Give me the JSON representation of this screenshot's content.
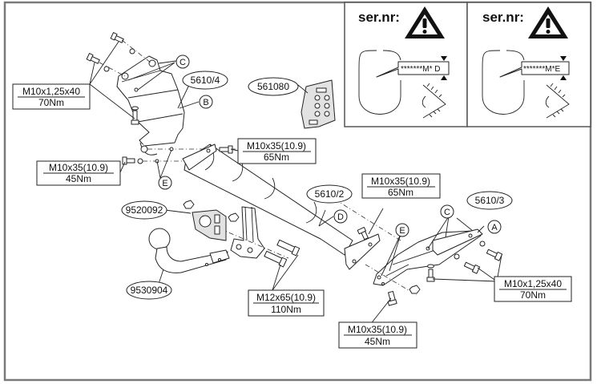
{
  "diagram": {
    "title": "Tow bar assembly exploded view",
    "colors": {
      "frame": "#7a7a7a",
      "ink": "#222222",
      "background": "#ffffff",
      "plate_fill": "#e2e2e2"
    },
    "inset_panels": [
      {
        "heading": "ser.nr:",
        "icon": "warning-triangle-icon",
        "serial_text": "*******M* D"
      },
      {
        "heading": "ser.nr:",
        "icon": "warning-triangle-icon",
        "serial_text": "*******M*E"
      }
    ],
    "part_numbers": {
      "bracket_left": "5610/4",
      "crossbar": "5610/2",
      "bracket_right": "5610/3",
      "bolt_kit": "561080",
      "socket_plate": "9520092",
      "tow_ball": "9530904"
    },
    "bolt_specs": {
      "top_left": {
        "size": "M10x1,25x40",
        "torque": "70Nm"
      },
      "mid_left": {
        "size": "M10x35(10.9)",
        "torque": "45Nm"
      },
      "mid_center": {
        "size": "M10x35(10.9)",
        "torque": "65Nm"
      },
      "right_upper": {
        "size": "M10x35(10.9)",
        "torque": "65Nm"
      },
      "bottom_center": {
        "size": "M12x65(10.9)",
        "torque": "110Nm"
      },
      "bottom_right": {
        "size": "M10x1,25x40",
        "torque": "70Nm"
      },
      "bottom": {
        "size": "M10x35(10.9)",
        "torque": "45Nm"
      }
    },
    "callouts": {
      "c_left": "C",
      "b_left": "B",
      "e_left": "E",
      "d_center": "D",
      "e_right": "E",
      "c_right": "C",
      "a_right": "A"
    }
  }
}
